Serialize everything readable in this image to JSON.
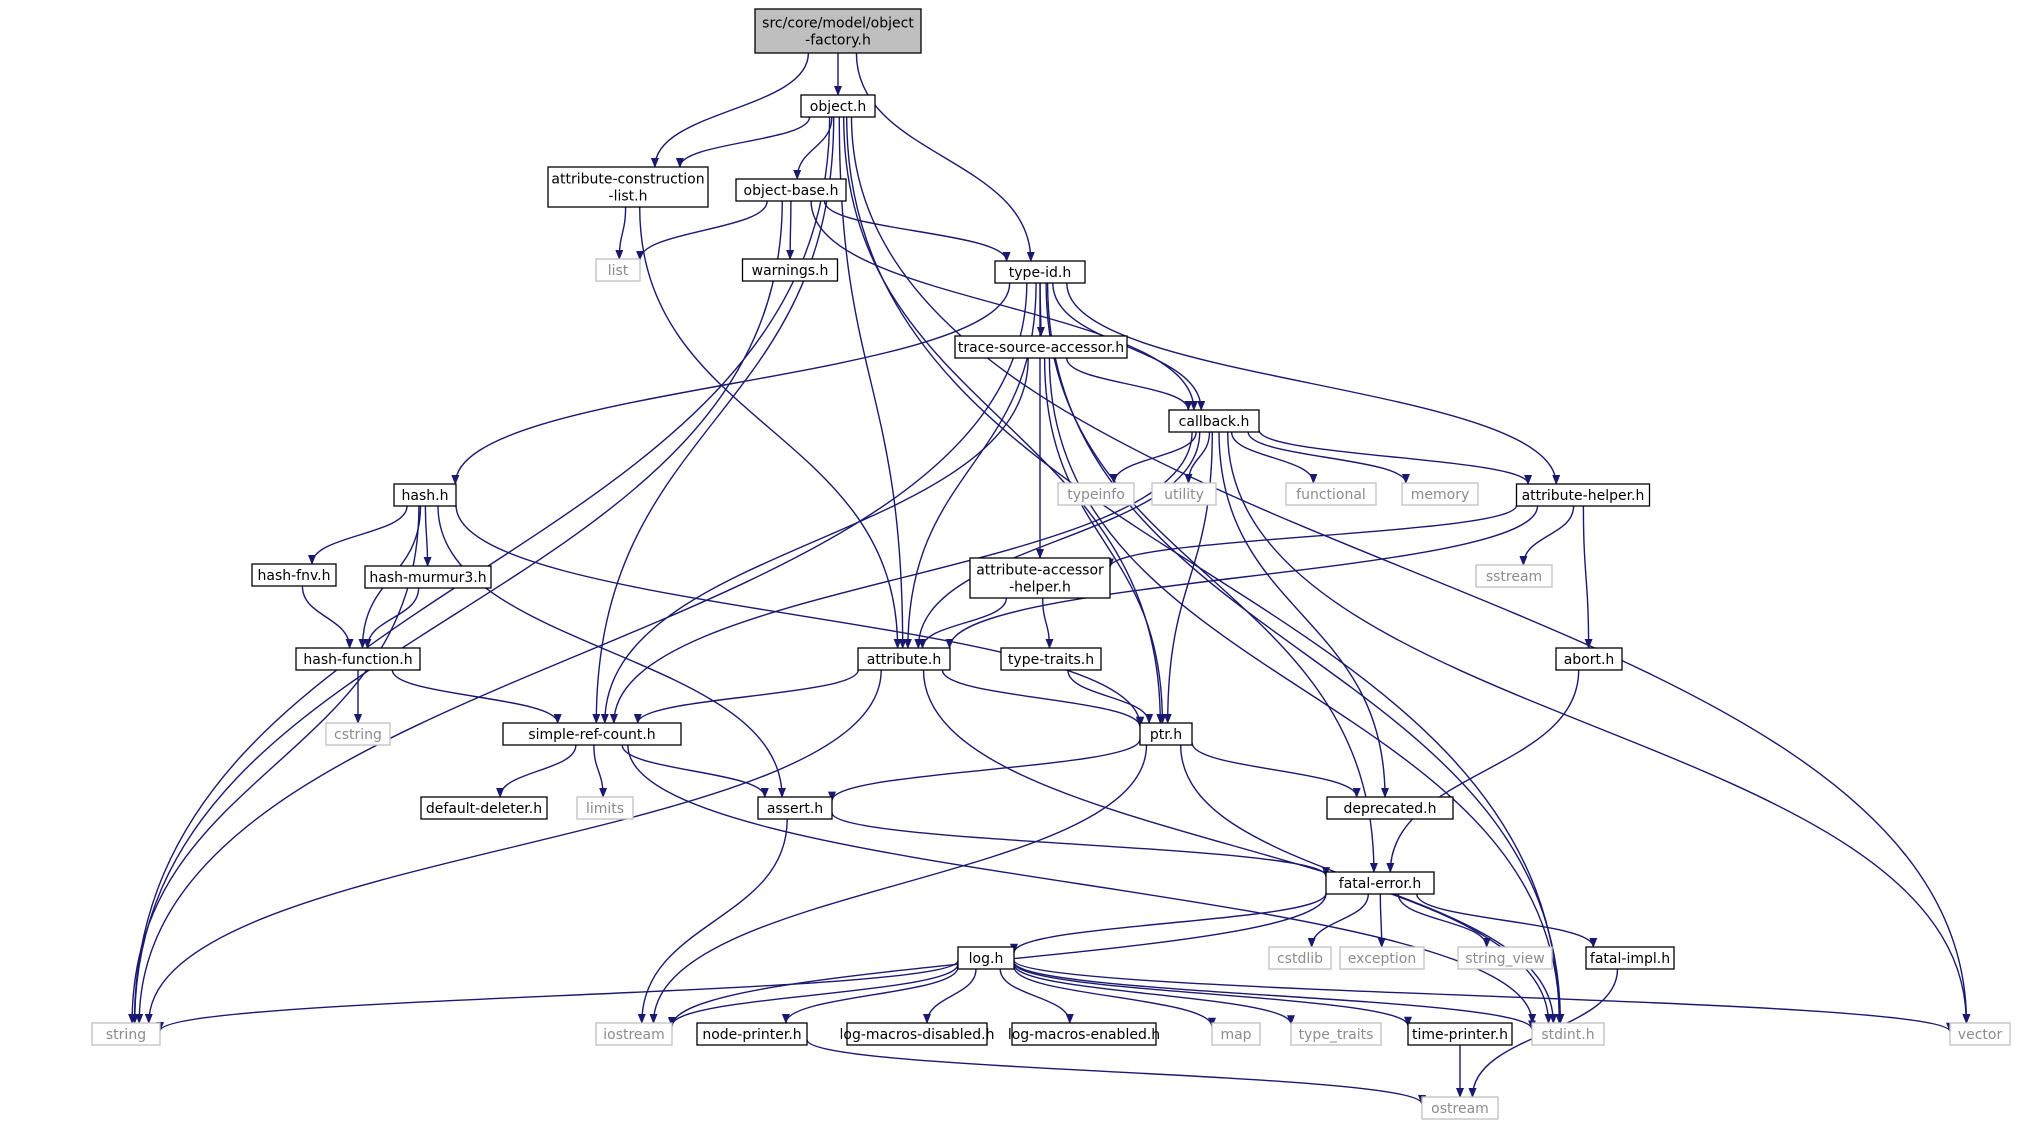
{
  "colors": {
    "edge": "#191970",
    "node_border": "#000000",
    "external_border": "#bfbfbf",
    "external_text": "#8c8c8c",
    "root_fill": "#bfbfbf",
    "background": "#ffffff"
  },
  "nodes": [
    {
      "id": "root",
      "kind": "root",
      "lines": [
        "src/core/model/object",
        "-factory.h"
      ]
    },
    {
      "id": "object",
      "kind": "file",
      "lines": [
        "object.h"
      ]
    },
    {
      "id": "acl",
      "kind": "file",
      "lines": [
        "attribute-construction",
        "-list.h"
      ]
    },
    {
      "id": "objbase",
      "kind": "file",
      "lines": [
        "object-base.h"
      ]
    },
    {
      "id": "list",
      "kind": "system",
      "lines": [
        "list"
      ]
    },
    {
      "id": "warnings",
      "kind": "file",
      "lines": [
        "warnings.h"
      ]
    },
    {
      "id": "typeid",
      "kind": "file",
      "lines": [
        "type-id.h"
      ]
    },
    {
      "id": "tsa",
      "kind": "file",
      "lines": [
        "trace-source-accessor.h"
      ]
    },
    {
      "id": "callback",
      "kind": "file",
      "lines": [
        "callback.h"
      ]
    },
    {
      "id": "hash",
      "kind": "file",
      "lines": [
        "hash.h"
      ]
    },
    {
      "id": "typeinfo",
      "kind": "system",
      "lines": [
        "typeinfo"
      ]
    },
    {
      "id": "utility",
      "kind": "system",
      "lines": [
        "utility"
      ]
    },
    {
      "id": "functional",
      "kind": "system",
      "lines": [
        "functional"
      ]
    },
    {
      "id": "memory",
      "kind": "system",
      "lines": [
        "memory"
      ]
    },
    {
      "id": "athelper",
      "kind": "file",
      "lines": [
        "attribute-helper.h"
      ]
    },
    {
      "id": "hashfnv",
      "kind": "file",
      "lines": [
        "hash-fnv.h"
      ]
    },
    {
      "id": "hashmm",
      "kind": "file",
      "lines": [
        "hash-murmur3.h"
      ]
    },
    {
      "id": "aah",
      "kind": "file",
      "lines": [
        "attribute-accessor",
        "-helper.h"
      ]
    },
    {
      "id": "sstream",
      "kind": "system",
      "lines": [
        "sstream"
      ]
    },
    {
      "id": "hashfn",
      "kind": "file",
      "lines": [
        "hash-function.h"
      ]
    },
    {
      "id": "attribute",
      "kind": "file",
      "lines": [
        "attribute.h"
      ]
    },
    {
      "id": "typetraitsh",
      "kind": "file",
      "lines": [
        "type-traits.h"
      ]
    },
    {
      "id": "abort",
      "kind": "file",
      "lines": [
        "abort.h"
      ]
    },
    {
      "id": "cstring",
      "kind": "system",
      "lines": [
        "cstring"
      ]
    },
    {
      "id": "src",
      "kind": "file",
      "lines": [
        "simple-ref-count.h"
      ]
    },
    {
      "id": "ptr",
      "kind": "file",
      "lines": [
        "ptr.h"
      ]
    },
    {
      "id": "defdel",
      "kind": "file",
      "lines": [
        "default-deleter.h"
      ]
    },
    {
      "id": "limits",
      "kind": "system",
      "lines": [
        "limits"
      ]
    },
    {
      "id": "assert",
      "kind": "file",
      "lines": [
        "assert.h"
      ]
    },
    {
      "id": "deprecated",
      "kind": "file",
      "lines": [
        "deprecated.h"
      ]
    },
    {
      "id": "fatal",
      "kind": "file",
      "lines": [
        "fatal-error.h"
      ]
    },
    {
      "id": "cstdlib",
      "kind": "system",
      "lines": [
        "cstdlib"
      ]
    },
    {
      "id": "exception",
      "kind": "system",
      "lines": [
        "exception"
      ]
    },
    {
      "id": "string_view",
      "kind": "system",
      "lines": [
        "string_view"
      ]
    },
    {
      "id": "fatalimpl",
      "kind": "file",
      "lines": [
        "fatal-impl.h"
      ]
    },
    {
      "id": "log",
      "kind": "file",
      "lines": [
        "log.h"
      ]
    },
    {
      "id": "string",
      "kind": "system",
      "lines": [
        "string"
      ]
    },
    {
      "id": "iostream",
      "kind": "system",
      "lines": [
        "iostream"
      ]
    },
    {
      "id": "nodeprinter",
      "kind": "file",
      "lines": [
        "node-printer.h"
      ]
    },
    {
      "id": "lmd",
      "kind": "file",
      "lines": [
        "log-macros-disabled.h"
      ]
    },
    {
      "id": "lme",
      "kind": "file",
      "lines": [
        "log-macros-enabled.h"
      ]
    },
    {
      "id": "map",
      "kind": "system",
      "lines": [
        "map"
      ]
    },
    {
      "id": "type_traits",
      "kind": "system",
      "lines": [
        "type_traits"
      ]
    },
    {
      "id": "timeprinter",
      "kind": "file",
      "lines": [
        "time-printer.h"
      ]
    },
    {
      "id": "stdint",
      "kind": "system",
      "lines": [
        "stdint.h"
      ]
    },
    {
      "id": "vector",
      "kind": "system",
      "lines": [
        "vector"
      ]
    },
    {
      "id": "ostream",
      "kind": "system",
      "lines": [
        "ostream"
      ]
    }
  ],
  "edges": [
    [
      "root",
      "object"
    ],
    [
      "root",
      "acl"
    ],
    [
      "root",
      "typeid"
    ],
    [
      "object",
      "acl"
    ],
    [
      "object",
      "objbase"
    ],
    [
      "object",
      "attribute"
    ],
    [
      "object",
      "src"
    ],
    [
      "object",
      "string"
    ],
    [
      "object",
      "ptr"
    ],
    [
      "object",
      "stdint"
    ],
    [
      "object",
      "vector"
    ],
    [
      "acl",
      "list"
    ],
    [
      "acl",
      "attribute"
    ],
    [
      "objbase",
      "list"
    ],
    [
      "objbase",
      "warnings"
    ],
    [
      "objbase",
      "typeid"
    ],
    [
      "objbase",
      "callback"
    ],
    [
      "objbase",
      "string"
    ],
    [
      "typeid",
      "tsa"
    ],
    [
      "typeid",
      "callback"
    ],
    [
      "typeid",
      "hash"
    ],
    [
      "typeid",
      "attribute"
    ],
    [
      "typeid",
      "aah"
    ],
    [
      "typeid",
      "athelper"
    ],
    [
      "typeid",
      "string"
    ],
    [
      "typeid",
      "fatal"
    ],
    [
      "typeid",
      "stdint"
    ],
    [
      "tsa",
      "callback"
    ],
    [
      "tsa",
      "src"
    ],
    [
      "tsa",
      "ptr"
    ],
    [
      "tsa",
      "stdint"
    ],
    [
      "callback",
      "typeinfo"
    ],
    [
      "callback",
      "utility"
    ],
    [
      "callback",
      "functional"
    ],
    [
      "callback",
      "memory"
    ],
    [
      "callback",
      "athelper"
    ],
    [
      "callback",
      "attribute"
    ],
    [
      "callback",
      "src"
    ],
    [
      "callback",
      "ptr"
    ],
    [
      "callback",
      "deprecated"
    ],
    [
      "callback",
      "vector"
    ],
    [
      "hash",
      "hashfnv"
    ],
    [
      "hash",
      "hashmm"
    ],
    [
      "hash",
      "hashfn"
    ],
    [
      "hash",
      "string"
    ],
    [
      "hash",
      "assert"
    ],
    [
      "hash",
      "ptr"
    ],
    [
      "athelper",
      "aah"
    ],
    [
      "athelper",
      "attribute"
    ],
    [
      "athelper",
      "sstream"
    ],
    [
      "athelper",
      "abort"
    ],
    [
      "hashfnv",
      "hashfn"
    ],
    [
      "hashmm",
      "hashfn"
    ],
    [
      "hashfn",
      "cstring"
    ],
    [
      "hashfn",
      "src"
    ],
    [
      "aah",
      "attribute"
    ],
    [
      "aah",
      "typetraitsh"
    ],
    [
      "typetraitsh",
      "ptr"
    ],
    [
      "attribute",
      "src"
    ],
    [
      "attribute",
      "ptr"
    ],
    [
      "attribute",
      "string"
    ],
    [
      "attribute",
      "stdint"
    ],
    [
      "abort",
      "fatal"
    ],
    [
      "src",
      "defdel"
    ],
    [
      "src",
      "limits"
    ],
    [
      "src",
      "assert"
    ],
    [
      "src",
      "stdint"
    ],
    [
      "ptr",
      "assert"
    ],
    [
      "ptr",
      "deprecated"
    ],
    [
      "ptr",
      "iostream"
    ],
    [
      "ptr",
      "stdint"
    ],
    [
      "assert",
      "fatal"
    ],
    [
      "assert",
      "iostream"
    ],
    [
      "fatal",
      "cstdlib"
    ],
    [
      "fatal",
      "exception"
    ],
    [
      "fatal",
      "string_view"
    ],
    [
      "fatal",
      "fatalimpl"
    ],
    [
      "fatal",
      "log"
    ],
    [
      "fatal",
      "iostream"
    ],
    [
      "fatalimpl",
      "ostream"
    ],
    [
      "log",
      "string"
    ],
    [
      "log",
      "iostream"
    ],
    [
      "log",
      "nodeprinter"
    ],
    [
      "log",
      "lmd"
    ],
    [
      "log",
      "lme"
    ],
    [
      "log",
      "map"
    ],
    [
      "log",
      "type_traits"
    ],
    [
      "log",
      "timeprinter"
    ],
    [
      "log",
      "stdint"
    ],
    [
      "log",
      "vector"
    ],
    [
      "nodeprinter",
      "ostream"
    ],
    [
      "timeprinter",
      "ostream"
    ]
  ]
}
